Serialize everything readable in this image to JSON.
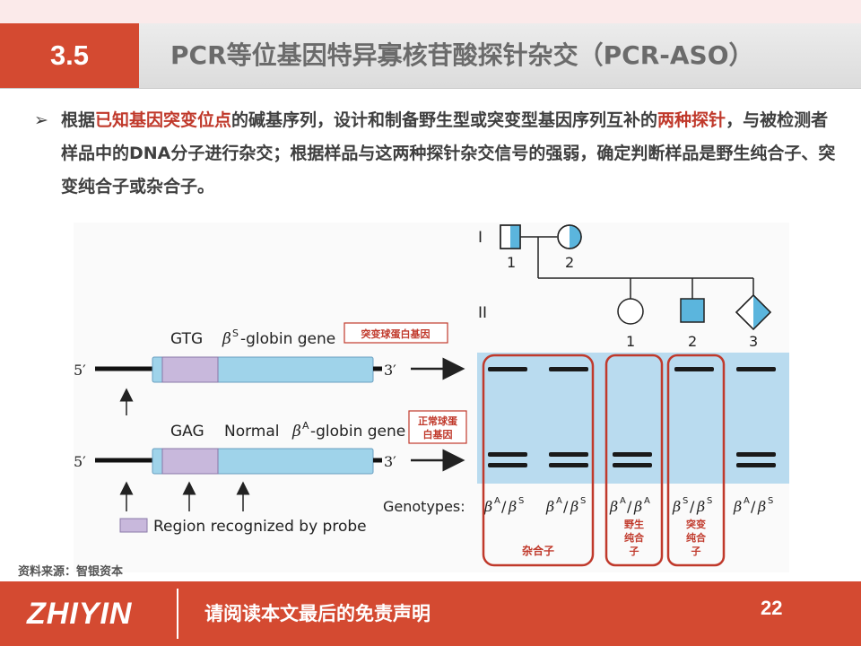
{
  "header": {
    "section_number": "3.5",
    "title": "PCR等位基因特异寡核苷酸探针杂交（PCR-ASO）"
  },
  "bullet": {
    "mark": "➢",
    "segments": [
      {
        "text": "根据",
        "highlight": false
      },
      {
        "text": "已知基因突变位点",
        "highlight": true
      },
      {
        "text": "的碱基序列，设计和制备野生型或突变型基因序列互补的",
        "highlight": false
      },
      {
        "text": "两种探针",
        "highlight": true
      },
      {
        "text": "，与被检测者样品中的DNA分子进行杂交；根据样品与这两种探针杂交信号的强弱，确定判断样品是野生纯合子、突变纯合子或杂合子。",
        "highlight": false
      }
    ]
  },
  "figure": {
    "gene_top": {
      "codon": "GTG",
      "beta": "β",
      "sup": "S",
      "label": "-globin gene",
      "end5": "5′",
      "end3": "3′"
    },
    "gene_bottom": {
      "codon": "GAG",
      "label_pre": "Normal ",
      "beta": "β",
      "sup": "A",
      "label": "-globin gene",
      "end5": "5′",
      "end3": "3′"
    },
    "legend_text": "Region recognized by probe",
    "callout_mutant": "突变球蛋白基因",
    "callout_normal_line1": "正常球蛋",
    "callout_normal_line2": "白基因",
    "pedigree": {
      "gen1": "I",
      "gen2": "II",
      "gen1_numbers": [
        "1",
        "2"
      ],
      "gen2_numbers": [
        "1",
        "2",
        "3"
      ]
    },
    "genotypes_label": "Genotypes:",
    "genotypes": [
      {
        "a": "A",
        "b": "S"
      },
      {
        "a": "A",
        "b": "S"
      },
      {
        "a": "A",
        "b": "A"
      },
      {
        "a": "S",
        "b": "S"
      },
      {
        "a": "A",
        "b": "S"
      }
    ],
    "box_labels": {
      "heterozygous": "杂合子",
      "wild_lines": [
        "野生",
        "纯合",
        "子"
      ],
      "mutant_lines": [
        "突变",
        "纯合",
        "子"
      ]
    },
    "colors": {
      "blot": "#b9dbef",
      "red": "#c0392b",
      "probe": "#c8b8dc",
      "gene": "#9fd3ea"
    }
  },
  "source": "资料来源：智银资本",
  "footer": {
    "logo": "ZHIYIN",
    "disclaimer": "请阅读本文最后的免责声明",
    "page_number": "22"
  }
}
